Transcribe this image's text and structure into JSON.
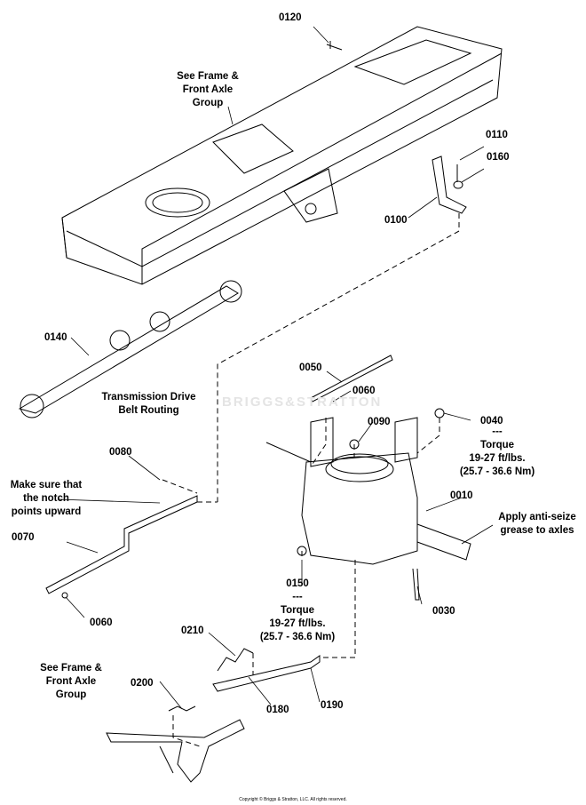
{
  "watermark": "BRIGGS&STRATTON",
  "callouts": {
    "c0120": "0120",
    "c0110": "0110",
    "c0160": "0160",
    "c0100": "0100",
    "c0140": "0140",
    "c0050": "0050",
    "c0060a": "0060",
    "c0090": "0090",
    "c0040": "0040",
    "c0080": "0080",
    "c0010": "0010",
    "c0070": "0070",
    "c0030": "0030",
    "c0060b": "0060",
    "c0210": "0210",
    "c0200": "0200",
    "c0180": "0180",
    "c0190": "0190"
  },
  "notes": {
    "frame_top": "See Frame &\nFront Axle\nGroup",
    "belt_routing": "Transmission Drive\nBelt Routing",
    "torque_0040": "---\nTorque\n19-27 ft/lbs.\n(25.7 - 36.6 Nm)",
    "notch": "Make sure that\nthe notch\npoints upward",
    "anti_seize": "Apply anti-seize\ngrease to axles",
    "torque_0150": "0150\n---\nTorque\n19-27 ft/lbs.\n(25.7 - 36.6 Nm)",
    "frame_bottom": "See Frame &\nFront Axle\nGroup"
  },
  "copyright": "Copyright © Briggs & Stratton, LLC. All rights reserved."
}
